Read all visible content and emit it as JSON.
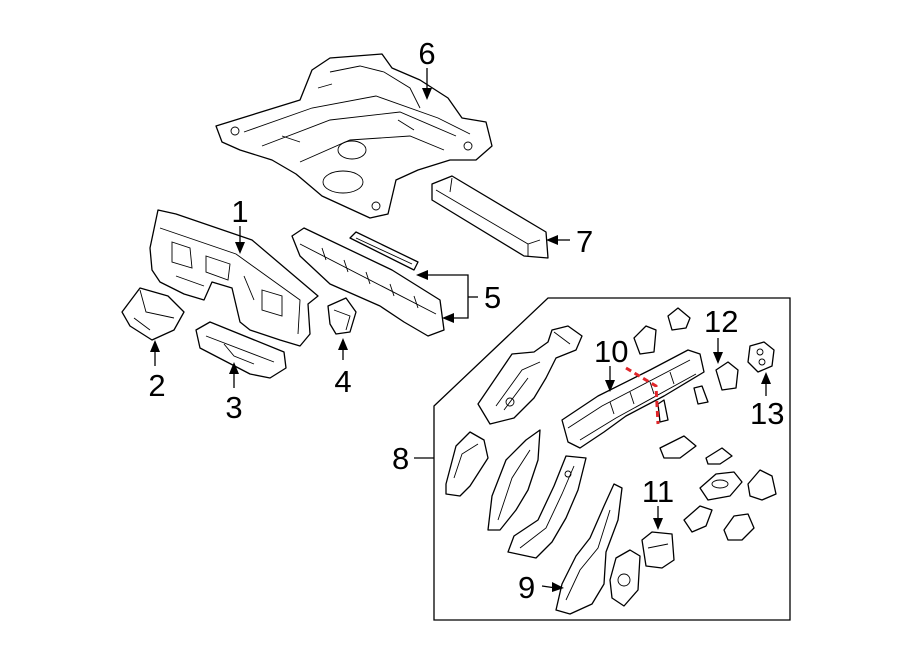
{
  "callouts": {
    "c1": "1",
    "c2": "2",
    "c3": "3",
    "c4": "4",
    "c5": "5",
    "c6": "6",
    "c7": "7",
    "c8": "8",
    "c9": "9",
    "c10": "10",
    "c11": "11",
    "c12": "12",
    "c13": "13"
  },
  "colors": {
    "line": "#000000",
    "background": "#ffffff",
    "cut_line": "#e0262a"
  }
}
